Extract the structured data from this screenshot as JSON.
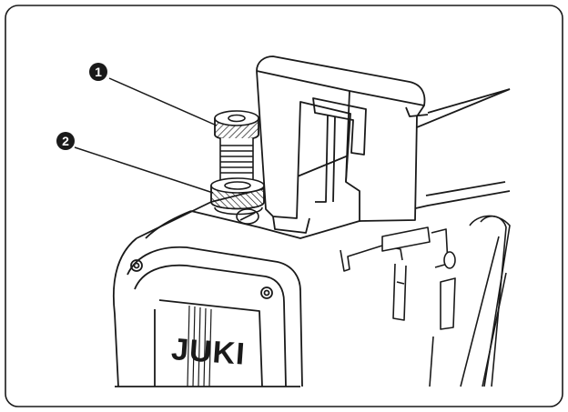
{
  "callouts": [
    {
      "number": "1",
      "label": "➊"
    },
    {
      "number": "2",
      "label": "➋"
    }
  ],
  "brand": {
    "logo_text": "JUKI"
  },
  "colors": {
    "ink": "#1a1a1a",
    "paper": "#ffffff"
  }
}
